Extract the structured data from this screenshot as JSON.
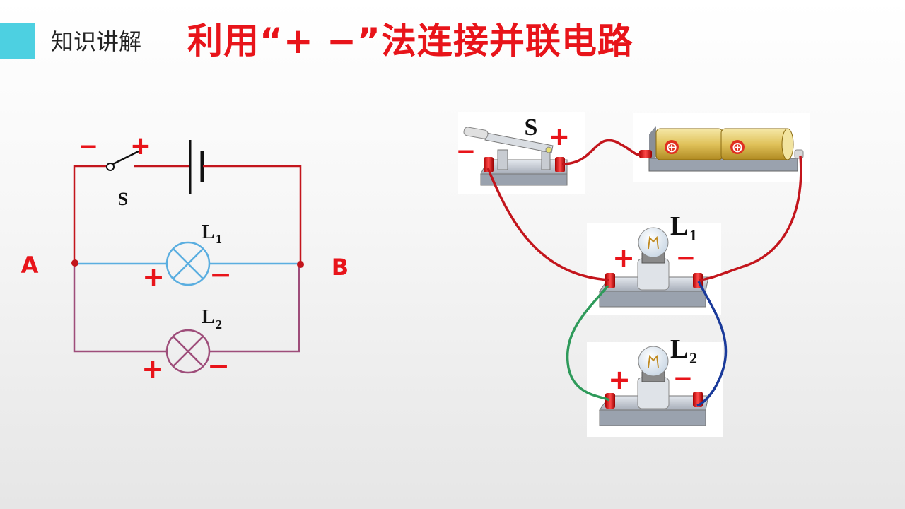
{
  "header": {
    "section_label": "知识讲解",
    "title": "利用“+ −”法连接并联电路",
    "marker_color": "#4dd0e1",
    "title_color": "#e8141a"
  },
  "schematic": {
    "switch_label": "S",
    "switch_minus": "−",
    "switch_plus": "+",
    "node_a": "A",
    "node_b": "B",
    "lamp1_label": "L",
    "lamp1_sub": "1",
    "lamp2_label": "L",
    "lamp2_sub": "2",
    "plus": "+",
    "minus": "−"
  },
  "physical": {
    "switch_label": "S",
    "plus": "+",
    "minus": "−",
    "lamp1_label": "L",
    "lamp1_sub": "1",
    "lamp2_label": "L",
    "lamp2_sub": "2",
    "battery_plus_symbol": "⊕"
  },
  "colors": {
    "red_wire": "#c3151c",
    "blue_branch": "#5aaee0",
    "purple_branch": "#9e4d7a",
    "green_wire": "#2e9a5a",
    "navy_wire": "#1a3a9a",
    "sign_red": "#e8141a"
  }
}
